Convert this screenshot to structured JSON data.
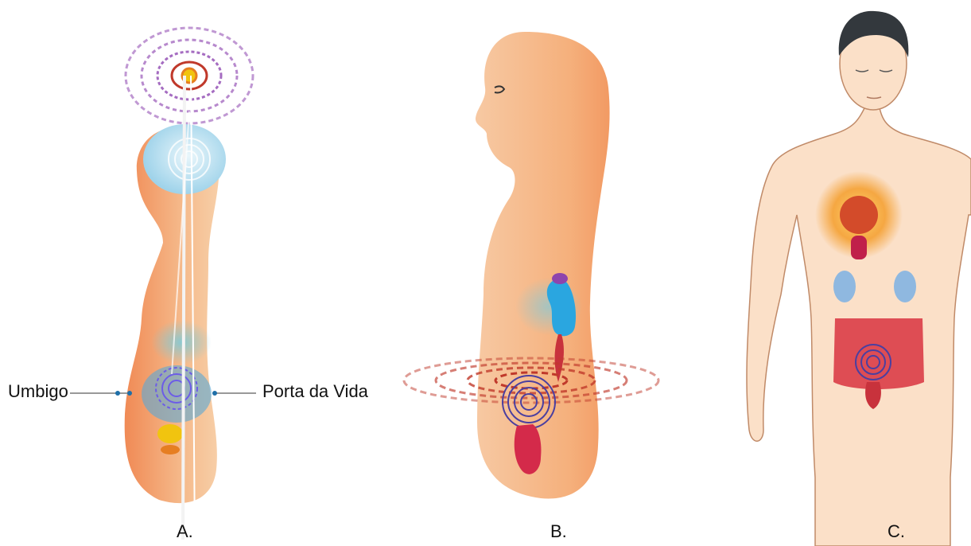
{
  "figures": [
    {
      "caption": "A."
    },
    {
      "caption": "B."
    },
    {
      "caption": "C."
    }
  ],
  "labels": {
    "left": "Umbigo",
    "right": "Porta da Vida"
  },
  "colors": {
    "skin": "#f5c9a0",
    "skin_shade": "#f09a6a",
    "spiral_purple": "#9b59b6",
    "spiral_red": "#c0392b",
    "organ_blue": "#2aa6e0",
    "organ_red": "#c8323c"
  }
}
